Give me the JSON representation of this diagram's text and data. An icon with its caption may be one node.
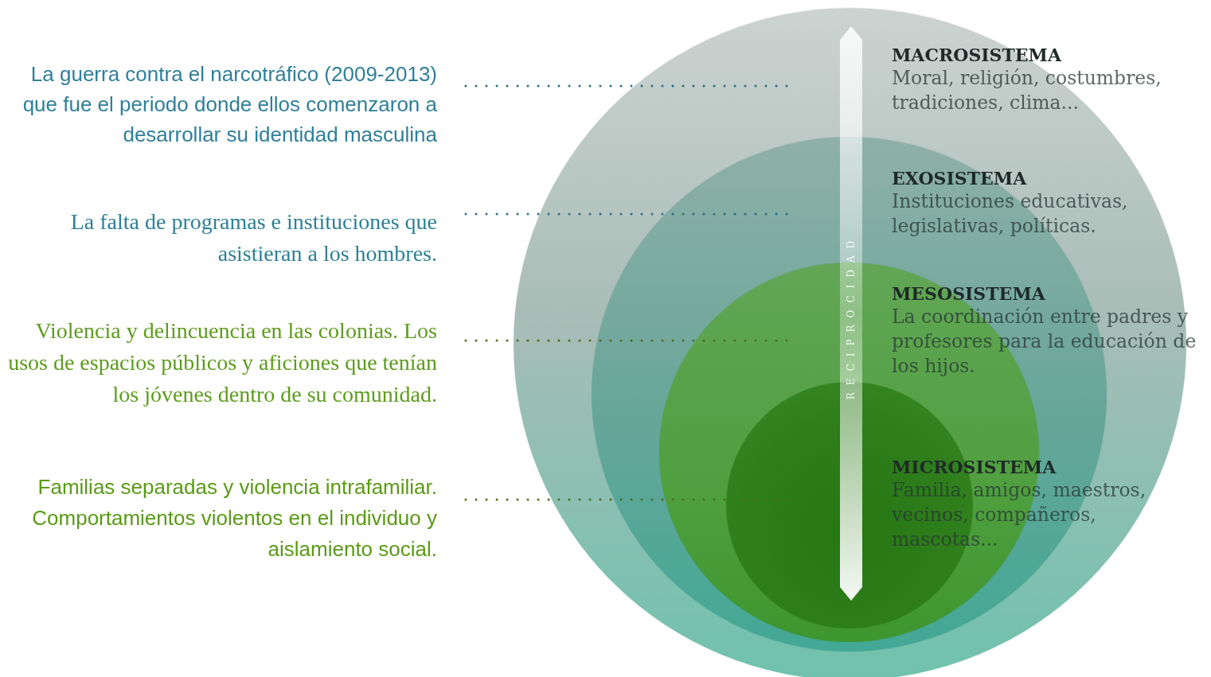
{
  "diagram": {
    "nodes": [
      {
        "text": [
          "MACROSISTEMA",
          "Moral, religión, costumbres, tradiciones, clima..."
        ]
      },
      {
        "text": [
          "EXOSISTEMA",
          "Instituciones educativas, legislativas, políticas."
        ],
        "in": 0
      },
      {
        "text": [
          "MESOSISTEMA",
          "La coordinación entre padres y profesores para la educación de los hijos."
        ],
        "in": 1
      },
      {
        "text": [
          "MICROSISTEMA",
          "Familia, amigos, maestros, vecinos, compañeros, mascotas..."
        ],
        "in": 2
      },
      {
        "text": [
          "La guerra contra el narcotráfico (2009-2013) que fue el periodo donde ellos comenzaron a desarrollar su identidad masculina"
        ]
      },
      {
        "text": [
          "La falta de programas e instituciones que asistieran a los hombres."
        ]
      },
      {
        "text": [
          "Violencia y delincuencia en las colonias. Los usos de espacios públicos y aficiones que tenían los jóvenes dentro de su comunidad."
        ]
      },
      {
        "text": [
          "Familias separadas y violencia intrafamiliar. Comportamientos violentos en el individuo y aislamiento social."
        ]
      }
    ],
    "edges": [
      {
        "from": 4,
        "to": 0,
        "arrow": "none",
        "style": "dashed"
      },
      {
        "from": 5,
        "to": 1,
        "arrow": "none",
        "style": "dashed"
      },
      {
        "from": 6,
        "to": 2,
        "arrow": "none",
        "style": "dashed",
        "color": "#4f6e1e"
      },
      {
        "from": 7,
        "to": 3,
        "arrow": "none",
        "style": "dashed",
        "color": "#4f6e1e"
      }
    ],
    "labels": [
      "RECIPROCIDAD"
    ]
  }
}
